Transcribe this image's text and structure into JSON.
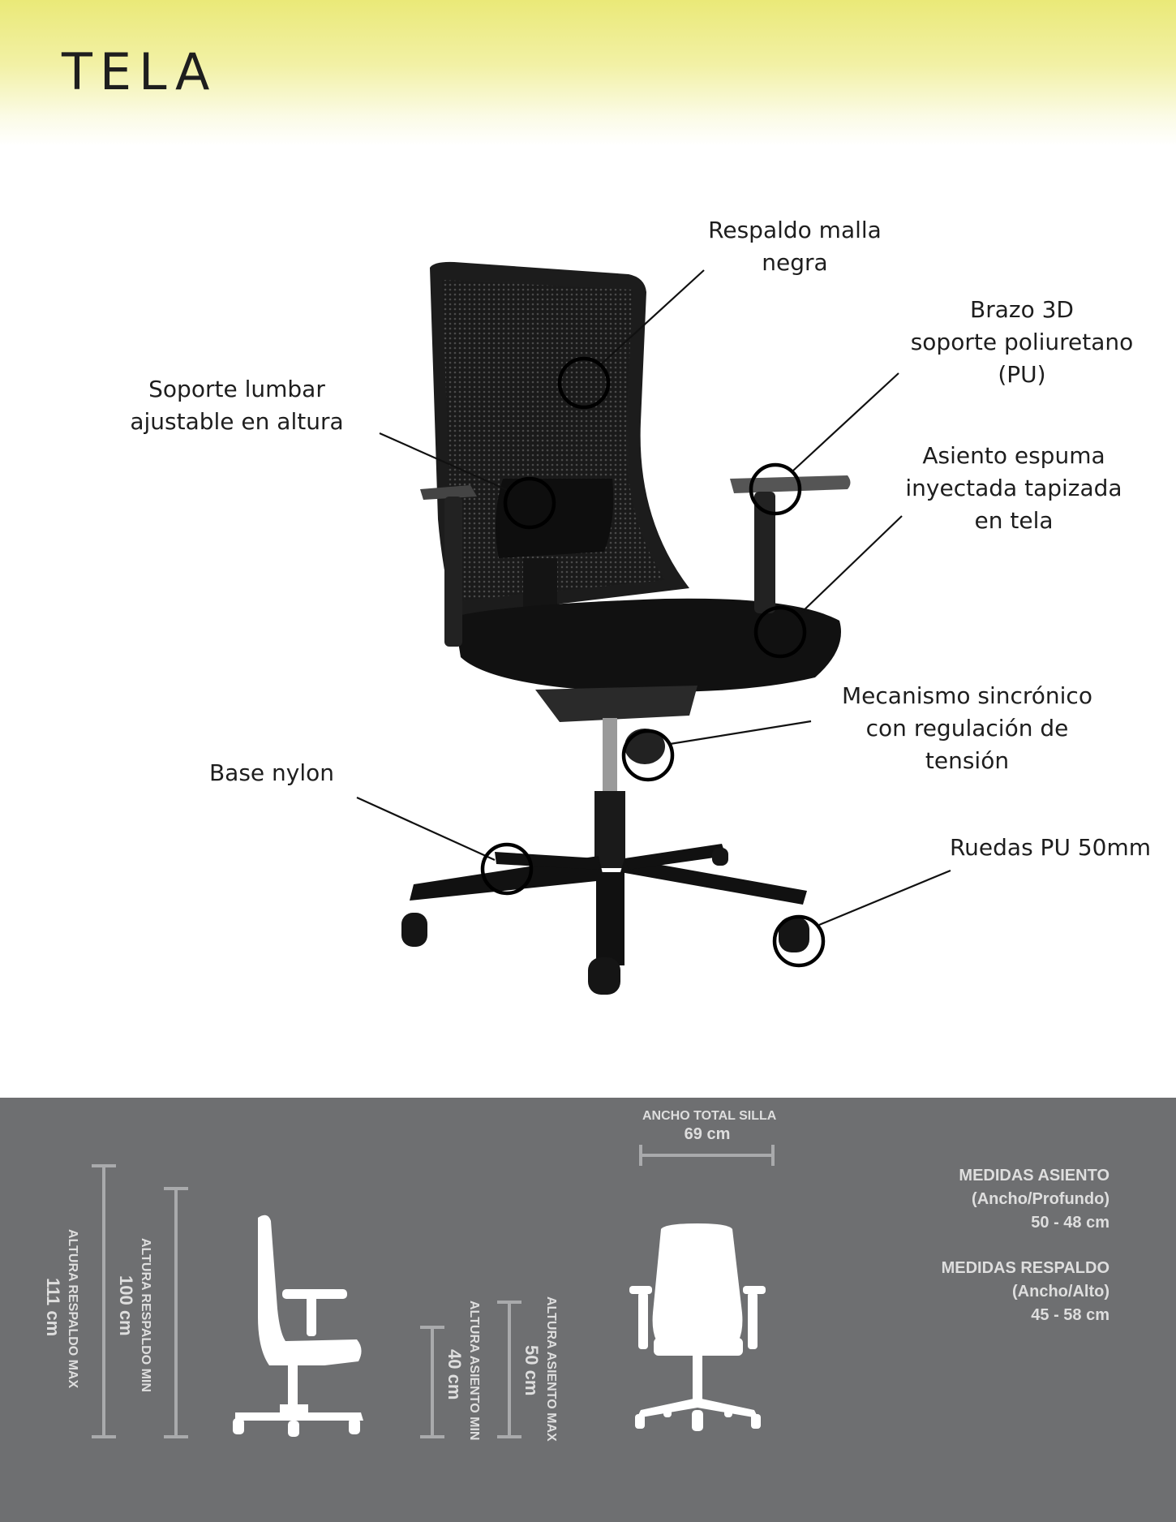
{
  "header": {
    "title": "TELA"
  },
  "features": {
    "respaldo": [
      "Respaldo malla",
      "negra"
    ],
    "brazo": [
      "Brazo 3D",
      "soporte poliuretano",
      "(PU)"
    ],
    "lumbar": [
      "Soporte lumbar",
      "ajustable en altura"
    ],
    "asiento": [
      "Asiento espuma",
      "inyectada tapizada",
      "en tela"
    ],
    "mecanismo": [
      "Mecanismo sincrónico",
      "con regulación de",
      "tensión"
    ],
    "base": "Base nylon",
    "ruedas": "Ruedas PU 50mm"
  },
  "dimensions": {
    "ancho_total": {
      "label": "ANCHO TOTAL SILLA",
      "value": "69 cm"
    },
    "respaldo_max": {
      "label": "ALTURA RESPALDO MAX",
      "value": "111 cm"
    },
    "respaldo_min": {
      "label": "ALTURA RESPALDO MIN",
      "value": "100 cm"
    },
    "asiento_min": {
      "label": "ALTURA ASIENTO MIN",
      "value": "40 cm"
    },
    "asiento_max": {
      "label": "ALTURA ASIENTO MAX",
      "value": "50 cm"
    },
    "medidas_asiento": {
      "title": "MEDIDAS ASIENTO",
      "sub": "(Ancho/Profundo)",
      "value": "50 - 48 cm"
    },
    "medidas_respaldo": {
      "title": "MEDIDAS RESPALDO",
      "sub": "(Ancho/Alto)",
      "value": "45 - 58 cm"
    }
  },
  "colors": {
    "header_yellow": "#eae978",
    "panel_gray": "#6e6f71",
    "text_light": "#dedede"
  }
}
